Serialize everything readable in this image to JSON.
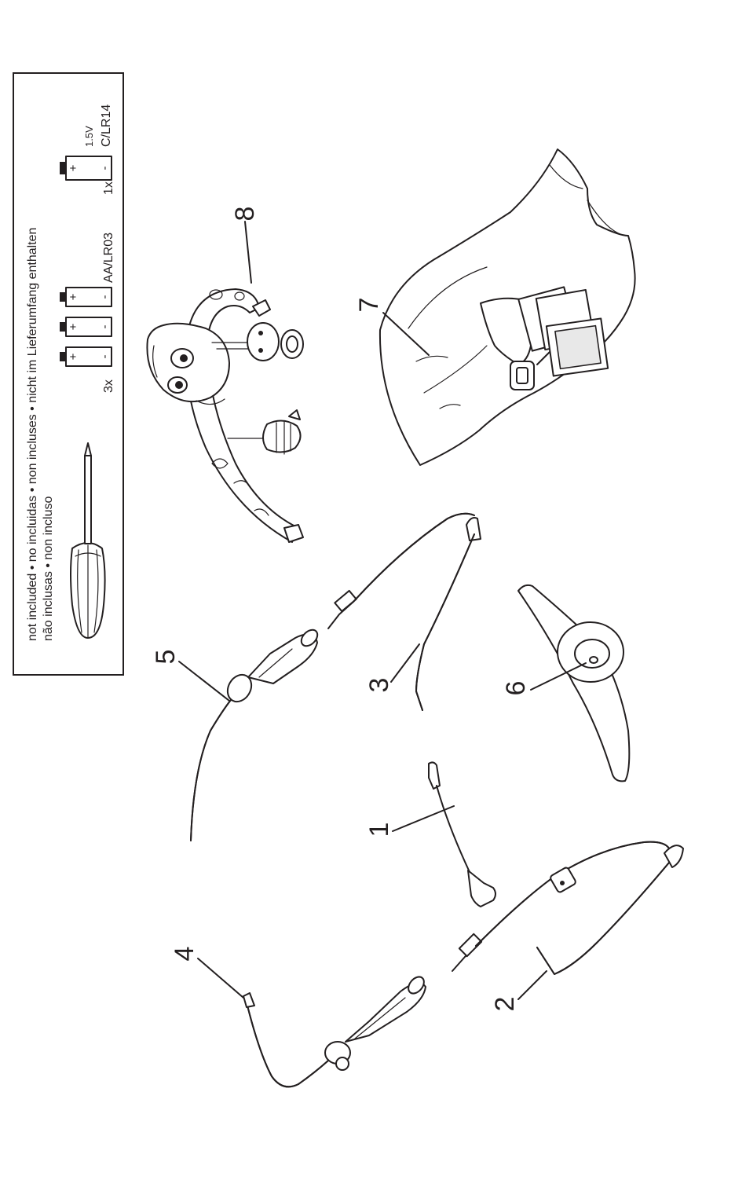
{
  "notice": {
    "line1": "not included • no incluidas • non incluses • nicht im Lieferumfang enthalten",
    "line2": "não inclusas • non incluso"
  },
  "batteries": {
    "small": {
      "quantity": "3x",
      "type": "AA/LR03",
      "plus": "+",
      "minus": "-"
    },
    "large": {
      "quantity": "1x",
      "voltage": "1.5V",
      "type": "C/LR14",
      "plus": "+",
      "minus": "-"
    }
  },
  "parts": {
    "p1": "1",
    "p2": "2",
    "p3": "3",
    "p4": "4",
    "p5": "5",
    "p6": "6",
    "p7": "7",
    "p8": "8"
  },
  "icons": [
    "screwdriver-icon",
    "battery-icon"
  ],
  "colors": {
    "ink": "#231f20",
    "paper": "#ffffff"
  }
}
